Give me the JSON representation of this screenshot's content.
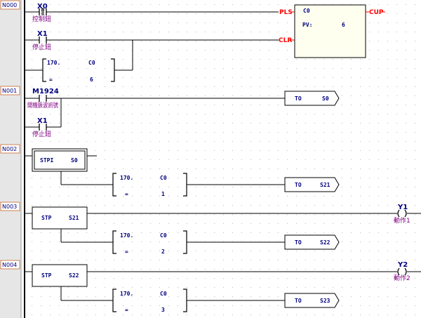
{
  "colors": {
    "gutter": "#e6e6e6",
    "grid_dot": "#b8b8b8",
    "rail": "#000000",
    "device_name": "#000080",
    "comment": "#800080",
    "coil_pin": "#ff0000",
    "text_dark": "#000080",
    "box_fill": "#fffff0"
  },
  "networks": [
    {
      "label": "N000"
    },
    {
      "label": "N001"
    },
    {
      "label": "N002"
    },
    {
      "label": "N003"
    },
    {
      "label": "N004"
    }
  ],
  "contacts": [
    {
      "device": "X0",
      "comment": "控制鈕",
      "type": "rising-edge-contact"
    },
    {
      "device": "X1",
      "comment": "停止鈕",
      "type": "normally-open-contact"
    },
    {
      "device": "M1924",
      "comment": "開機脈波訊號",
      "type": "normally-open-contact"
    },
    {
      "device": "X1",
      "comment": "停止鈕",
      "type": "normally-open-contact"
    }
  ],
  "counter_block": {
    "name": "C0",
    "pv_label": "PV:",
    "pv_value": "6",
    "pin_pls": "PLS",
    "pin_clr": "CLR",
    "out": "CUP"
  },
  "compare_blocks": [
    {
      "op": "170.",
      "dev": "C0",
      "eq": "=",
      "val": "6"
    },
    {
      "op": "170.",
      "dev": "C0",
      "eq": "=",
      "val": "1"
    },
    {
      "op": "170.",
      "dev": "C0",
      "eq": "=",
      "val": "2"
    },
    {
      "op": "170.",
      "dev": "C0",
      "eq": "=",
      "val": "3"
    }
  ],
  "to_blocks": [
    {
      "cmd": "TO",
      "target": "S0"
    },
    {
      "cmd": "TO",
      "target": "S21"
    },
    {
      "cmd": "TO",
      "target": "S22"
    },
    {
      "cmd": "TO",
      "target": "S23"
    }
  ],
  "step_blocks": [
    {
      "cmd": "STPI",
      "target": "S0"
    },
    {
      "cmd": "STP",
      "target": "S21"
    },
    {
      "cmd": "STP",
      "target": "S22"
    }
  ],
  "coils": [
    {
      "device": "Y1",
      "comment": "動作1"
    },
    {
      "device": "Y2",
      "comment": "動作2"
    }
  ]
}
